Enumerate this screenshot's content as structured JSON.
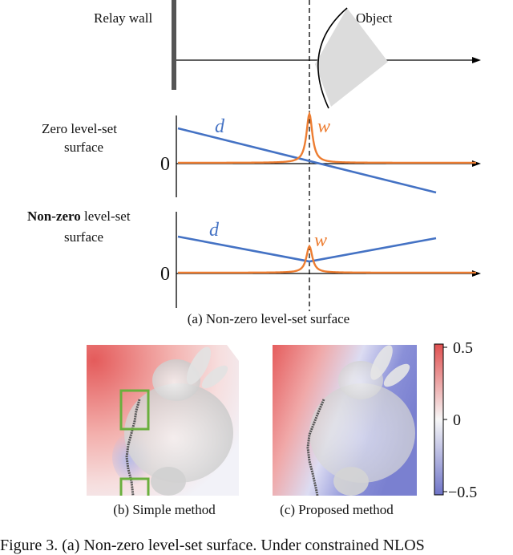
{
  "diagram_top": {
    "relay_wall_label": "Relay wall",
    "object_label": "Object"
  },
  "plot_zero": {
    "label_line1": "Zero level-set",
    "label_line2": "surface",
    "zero_tick": "0",
    "d_label": "d",
    "w_label": "w"
  },
  "plot_nonzero": {
    "label_bold": "Non-zero",
    "label_rest": " level-set",
    "label_line2": "surface",
    "zero_tick": "0",
    "d_label": "d",
    "w_label": "w"
  },
  "caption_a": "(a) Non-zero level-set surface",
  "caption_b": "(b) Simple method",
  "caption_c": "(c) Proposed method",
  "colorbar": {
    "max_label": "0.5",
    "mid_label": "0",
    "min_label": "−0.5"
  },
  "figure_caption": "Figure 3. (a) Non-zero level-set surface. Under constrained NLOS",
  "colors": {
    "d_line": "#4472c4",
    "w_line": "#ed7d31",
    "highlight_box": "#6aaf3d"
  }
}
